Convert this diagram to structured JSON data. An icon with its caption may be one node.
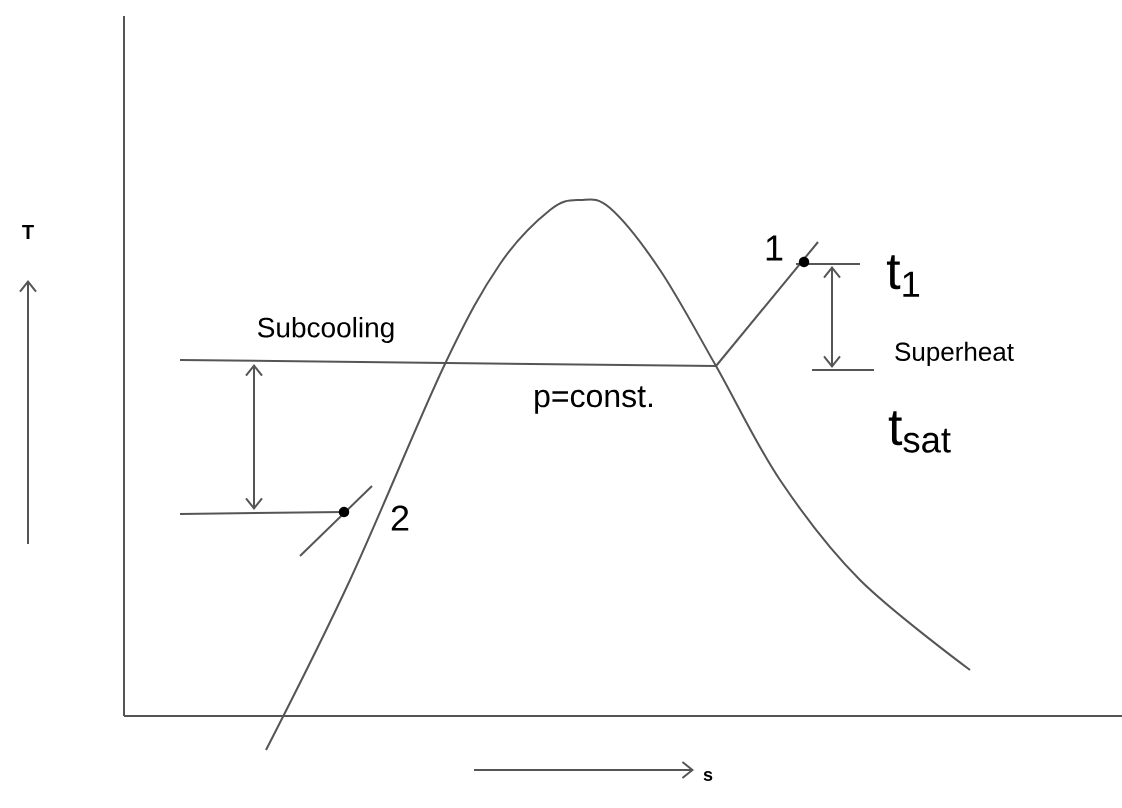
{
  "diagram": {
    "labels": [
      "T",
      "Subcooling",
      "p=const.",
      "1",
      "2",
      "t$_{1}$",
      "Superheat",
      "t$_{sat}$",
      "s"
    ]
  }
}
